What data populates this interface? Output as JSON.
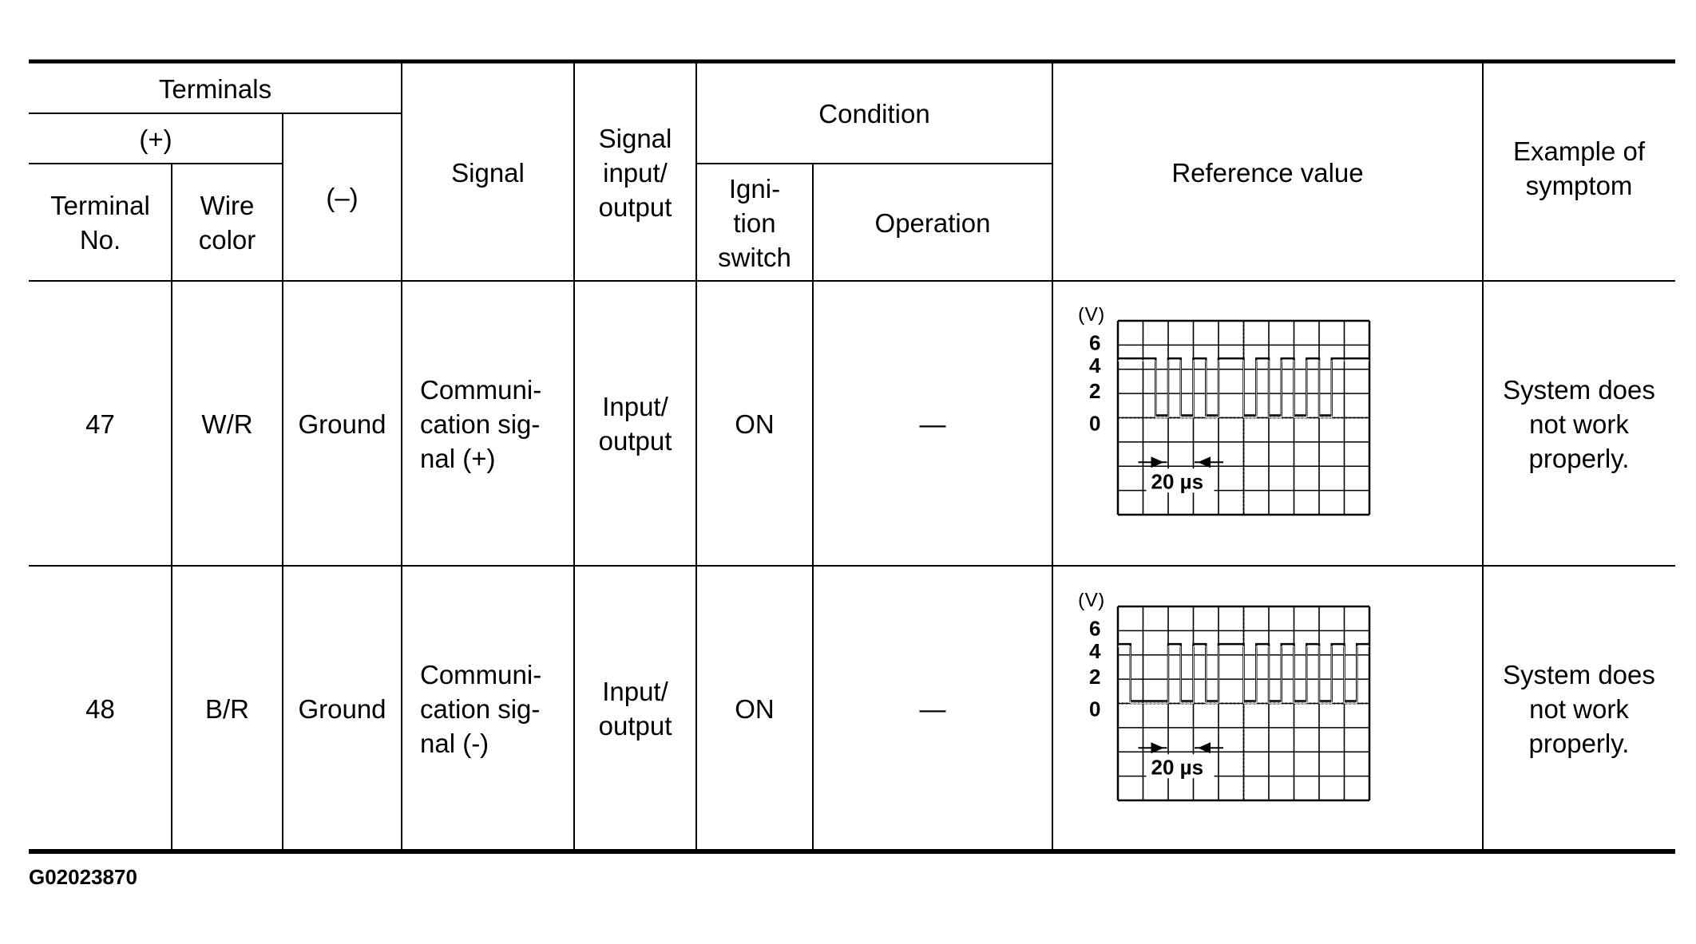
{
  "header": {
    "terminals": "Terminals",
    "plus": "(+)",
    "terminal_no": "Terminal\nNo.",
    "wire_color": "Wire\ncolor",
    "minus": "(–)",
    "signal": "Signal",
    "signal_io": "Signal\ninput/\noutput",
    "condition": "Condition",
    "ignition_switch": "Igni-\ntion\nswitch",
    "operation": "Operation",
    "reference_value": "Reference value",
    "example_symptom": "Example of\nsymptom"
  },
  "rows": [
    {
      "terminal_no": "47",
      "wire_color": "W/R",
      "minus": "Ground",
      "signal": "Communi-\ncation sig-\nnal (+)",
      "signal_io": "Input/\noutput",
      "ignition_switch": "ON",
      "operation": "—",
      "symptom": "System does\nnot work\nproperly.",
      "scope": {
        "unit": "(V)",
        "y_ticks": [
          "6",
          "4",
          "2",
          "0"
        ],
        "time_label": "20 µs",
        "waveform_levels": [
          1,
          1,
          1,
          0,
          1,
          0,
          1,
          0,
          1,
          1,
          0,
          1,
          0,
          1,
          0,
          1,
          0,
          1,
          1,
          1
        ]
      }
    },
    {
      "terminal_no": "48",
      "wire_color": "B/R",
      "minus": "Ground",
      "signal": "Communi-\ncation sig-\nnal (-)",
      "signal_io": "Input/\noutput",
      "ignition_switch": "ON",
      "operation": "—",
      "symptom": "System does\nnot work\nproperly.",
      "scope": {
        "unit": "(V)",
        "y_ticks": [
          "6",
          "4",
          "2",
          "0"
        ],
        "time_label": "20 µs",
        "waveform_levels": [
          1,
          0,
          0,
          0,
          1,
          0,
          1,
          0,
          1,
          1,
          0,
          1,
          0,
          1,
          0,
          1,
          0,
          1,
          0,
          1
        ]
      }
    }
  ],
  "footer": {
    "code": "G02023870"
  }
}
